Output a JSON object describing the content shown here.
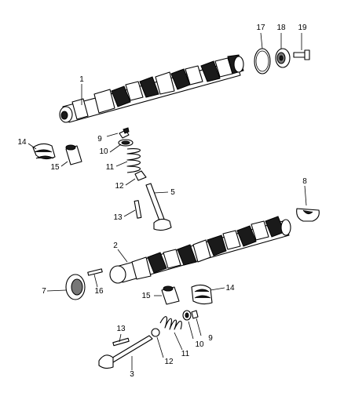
{
  "diagram": {
    "callouts": [
      {
        "id": "c1",
        "text": "1"
      },
      {
        "id": "c2",
        "text": "2"
      },
      {
        "id": "c3",
        "text": "3"
      },
      {
        "id": "c5",
        "text": "5"
      },
      {
        "id": "c7",
        "text": "7"
      },
      {
        "id": "c8",
        "text": "8"
      },
      {
        "id": "c9a",
        "text": "9"
      },
      {
        "id": "c9b",
        "text": "9"
      },
      {
        "id": "c10a",
        "text": "10"
      },
      {
        "id": "c10b",
        "text": "10"
      },
      {
        "id": "c11a",
        "text": "11"
      },
      {
        "id": "c11b",
        "text": "11"
      },
      {
        "id": "c12a",
        "text": "12"
      },
      {
        "id": "c12b",
        "text": "12"
      },
      {
        "id": "c13a",
        "text": "13"
      },
      {
        "id": "c13b",
        "text": "13"
      },
      {
        "id": "c14a",
        "text": "14"
      },
      {
        "id": "c14b",
        "text": "14"
      },
      {
        "id": "c15a",
        "text": "15"
      },
      {
        "id": "c15b",
        "text": "15"
      },
      {
        "id": "c16",
        "text": "16"
      },
      {
        "id": "c17",
        "text": "17"
      },
      {
        "id": "c18",
        "text": "18"
      },
      {
        "id": "c19",
        "text": "19"
      }
    ]
  }
}
